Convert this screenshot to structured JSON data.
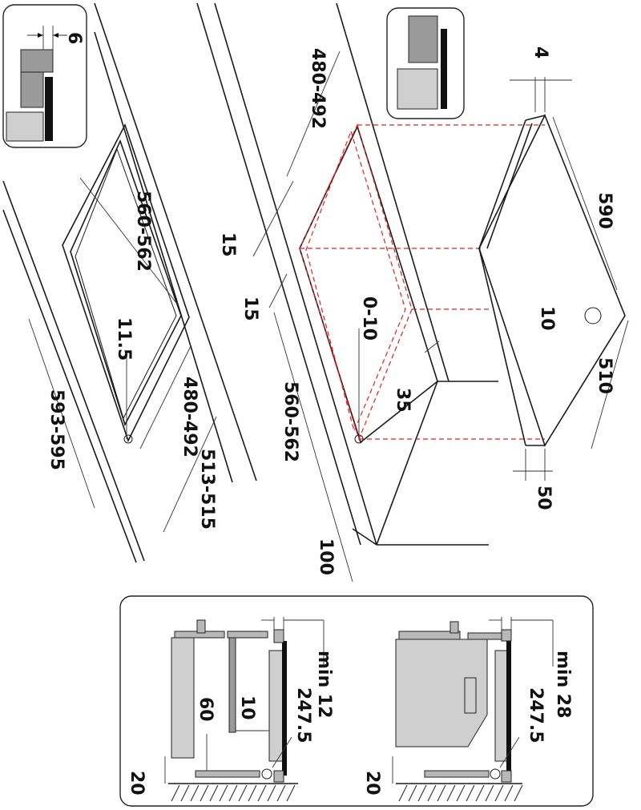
{
  "labels": {
    "d6": "6",
    "d480_top": "480-492",
    "d4": "4",
    "d590": "590",
    "d15_a": "15",
    "d15_b": "15",
    "d560_left": "560-562",
    "d11_5": "11.5",
    "d593": "593-595",
    "d480_left": "480-492",
    "d513": "513-515",
    "d0_10": "0-10",
    "d10": "10",
    "d510": "510",
    "d35": "35",
    "d560_mid": "560-562",
    "d50": "50",
    "d100": "100",
    "min12": "min 12",
    "d247_a": "247.5",
    "d10_b": "10",
    "d60": "60",
    "d20_a": "20",
    "min28": "min 28",
    "d247_b": "247.5",
    "d20_b": "20"
  }
}
